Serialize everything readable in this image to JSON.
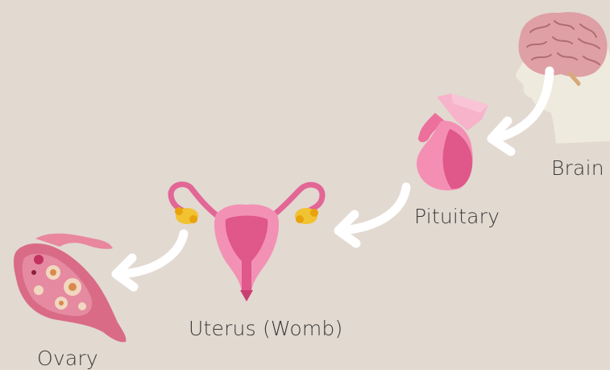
{
  "labels": {
    "brain": "Brain",
    "pituitary": "Pituitary",
    "uterus": "Uterus (Womb)",
    "ovary": "Ovary"
  },
  "colors": {
    "background": "#e2d9d1",
    "brain": "#dea0a4",
    "head": "#efeade",
    "pituitary": "#ec6f9c",
    "uterus": "#e26696",
    "ovary_follicle": "#f1d7c0",
    "arrow": "#ffffff"
  }
}
